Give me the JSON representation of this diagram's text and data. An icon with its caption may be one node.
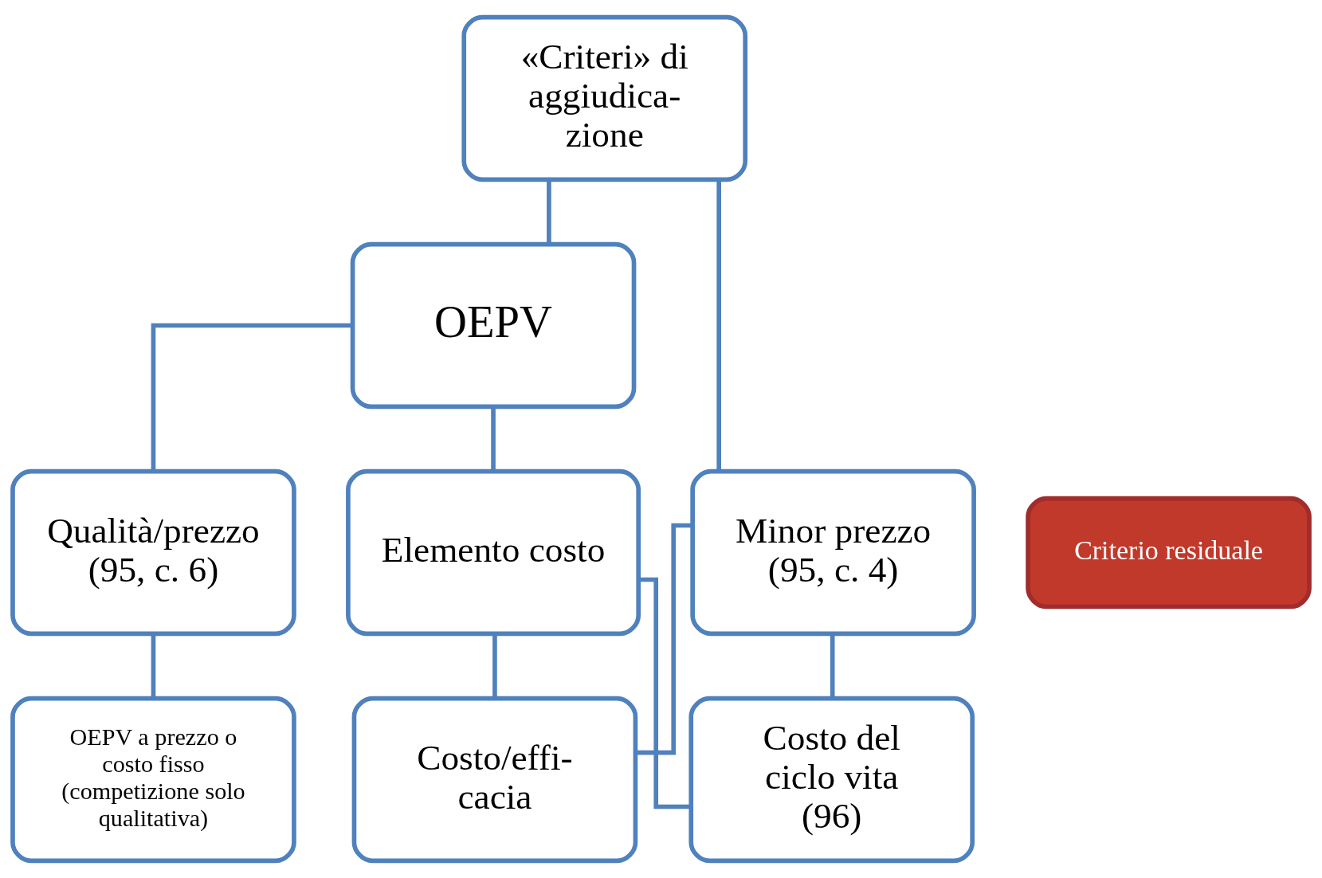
{
  "diagram": {
    "nodes": [
      {
        "text": [
          "«Criteri» di aggiudica- zione"
        ]
      },
      {
        "text": [
          "OEPV"
        ]
      },
      {
        "text": [
          "Minor prezzo (95, c. 4)"
        ]
      },
      {
        "text": [
          "Criterio residuale"
        ]
      },
      {
        "text": [
          "Qualità/prezzo (95, c. 6)"
        ]
      },
      {
        "text": [
          "Elemento costo"
        ]
      },
      {
        "text": [
          "OEPV a prezzo o costo fisso (competizione solo qualitativa)"
        ]
      },
      {
        "text": [
          "Costo/effi- cacia"
        ]
      },
      {
        "text": [
          "Costo del ciclo vita (96)"
        ]
      }
    ],
    "edges": [
      {
        "from": 0,
        "to": 1,
        "arrow": "none"
      },
      {
        "from": 0,
        "to": 2,
        "arrow": "none"
      },
      {
        "from": 1,
        "to": 4,
        "arrow": "none"
      },
      {
        "from": 1,
        "to": 5,
        "arrow": "none"
      },
      {
        "from": 4,
        "to": 6,
        "arrow": "none"
      },
      {
        "from": 5,
        "to": 7,
        "arrow": "none"
      },
      {
        "from": 5,
        "to": 8,
        "arrow": "none"
      },
      {
        "from": 2,
        "to": 7,
        "arrow": "none"
      },
      {
        "from": 2,
        "to": 8,
        "arrow": "none"
      }
    ]
  }
}
